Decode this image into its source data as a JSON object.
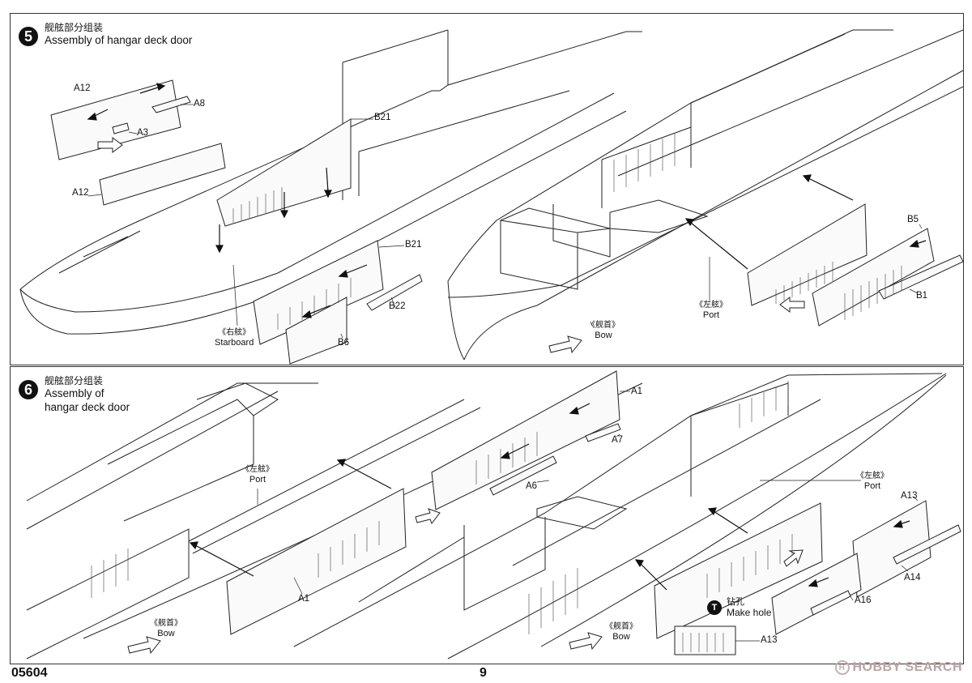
{
  "step5": {
    "number": "5",
    "title_cn": "舰舷部分组装",
    "title_en": "Assembly of hangar deck door",
    "parts": [
      "A12",
      "A8",
      "A3",
      "A12",
      "B21",
      "B21",
      "B22",
      "B6",
      "B5",
      "B1"
    ],
    "starboard_cn": "《右舷》",
    "starboard_en": "Starboard",
    "port_cn": "《左舷》",
    "port_en": "Port",
    "bow_cn": "《舰首》",
    "bow_en": "Bow"
  },
  "step6": {
    "number": "6",
    "title_cn": "舰舷部分组装",
    "title_en_line1": "Assembly of",
    "title_en_line2": "hangar deck door",
    "parts": [
      "A1",
      "A7",
      "A6",
      "A1",
      "A13",
      "A14",
      "A16",
      "A13"
    ],
    "port_cn": "《左舷》",
    "port_en": "Port",
    "port2_cn": "《左舷》",
    "port2_en": "Port",
    "bow_cn": "《舰首》",
    "bow_en": "Bow",
    "bow2_cn": "《舰首》",
    "bow2_en": "Bow",
    "note_badge": "T",
    "note_cn": "钻孔",
    "note_en": "Make hole"
  },
  "footer": {
    "code": "05604",
    "page": "9",
    "watermark_logo": "H",
    "watermark": "HOBBY SEARCH"
  }
}
